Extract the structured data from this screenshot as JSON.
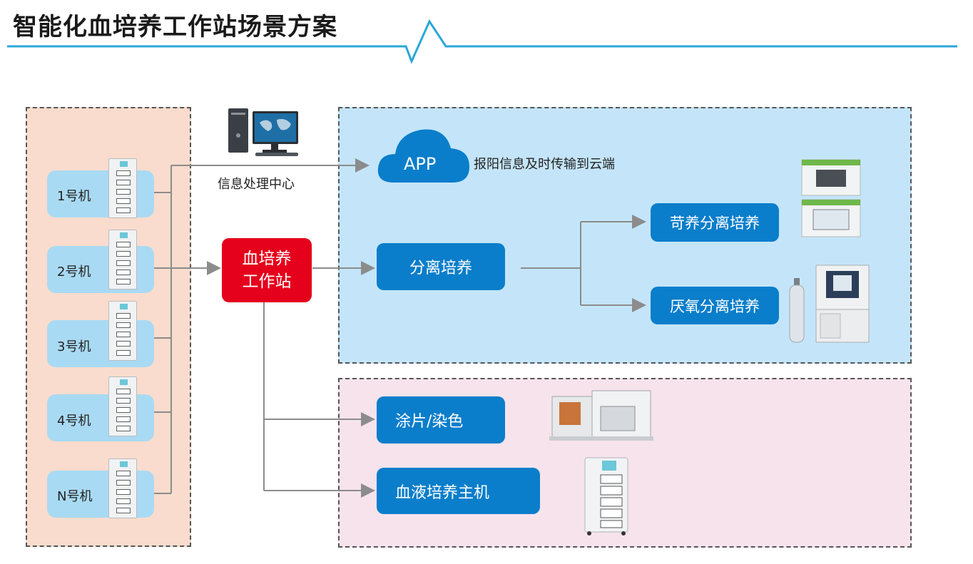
{
  "title": "智能化血培养工作站场景方案",
  "machines": [
    {
      "label": "1号机"
    },
    {
      "label": "2号机"
    },
    {
      "label": "3号机"
    },
    {
      "label": "4号机"
    },
    {
      "label": "N号机"
    }
  ],
  "processing_center": "信息处理中心",
  "workstation": {
    "line1": "血培养",
    "line2": "工作站"
  },
  "cloud": {
    "label": "APP",
    "description": "报阳信息及时传输到云端"
  },
  "separation": "分离培养",
  "aerobic": "苛养分离培养",
  "anaerobic": "厌氧分离培养",
  "smear": "涂片/染色",
  "host": "血液培养主机",
  "colors": {
    "title_line": "#2aa7d8",
    "left_panel": "#f9dccd",
    "top_panel": "#c4e5f9",
    "bottom_panel": "#f7e3ec",
    "machine_box": "#a9daf3",
    "blue_button": "#0a7ecb",
    "red_button": "#e5001b",
    "connector": "#8c8c8c"
  },
  "icons": [
    "computer-icon",
    "cloud-icon",
    "incubator-icon",
    "anaerobic-station-icon",
    "gas-cylinder-icon",
    "smear-stainer-icon",
    "blood-culture-host-icon",
    "cabinet-icon"
  ]
}
